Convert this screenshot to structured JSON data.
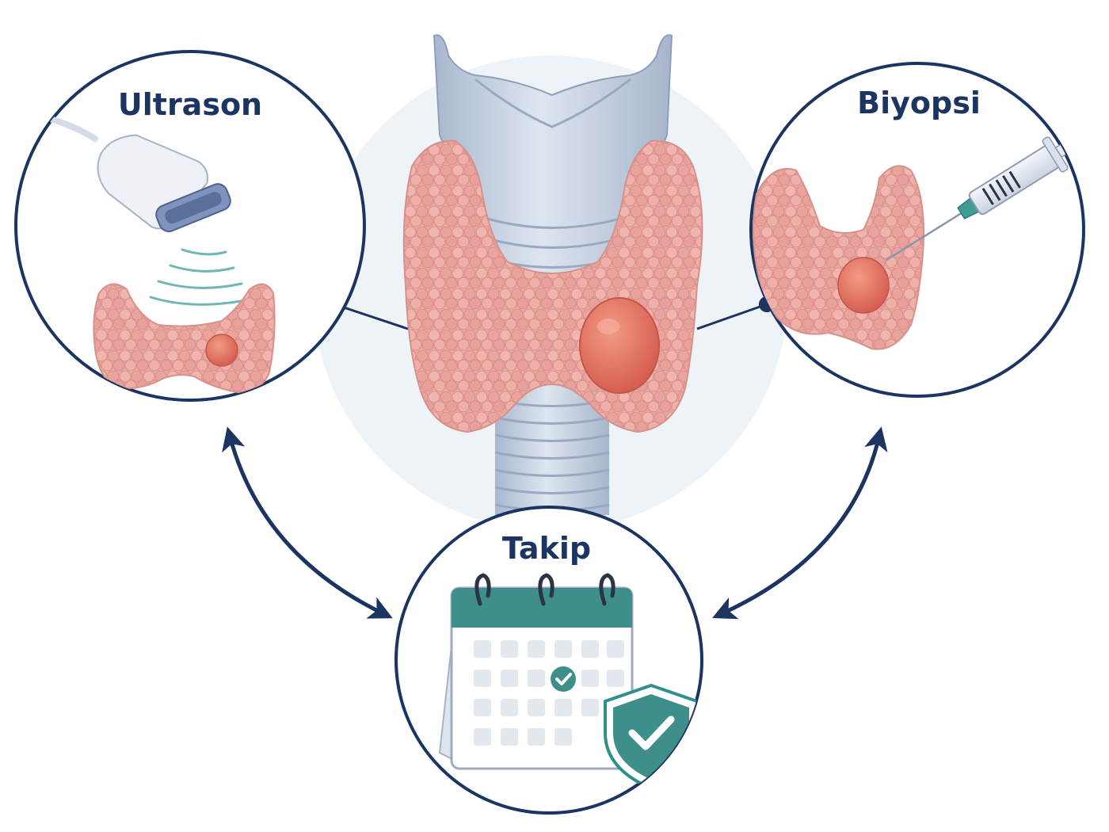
{
  "steps": {
    "ultrasound": {
      "label": "Ultrason",
      "icon": "ultrasound-probe-icon"
    },
    "biopsy": {
      "label": "Biyopsi",
      "icon": "syringe-icon"
    },
    "followup": {
      "label": "Takip",
      "icon": "calendar-icon",
      "badge_icon": "shield-check-icon"
    }
  },
  "colors": {
    "ring": "#1c3461",
    "tissue": "#e9a6a0",
    "nodule": "#e0705f",
    "cartilage": "#c3cfe0",
    "teal": "#2f8f8a",
    "halo": "#eef3f8"
  }
}
